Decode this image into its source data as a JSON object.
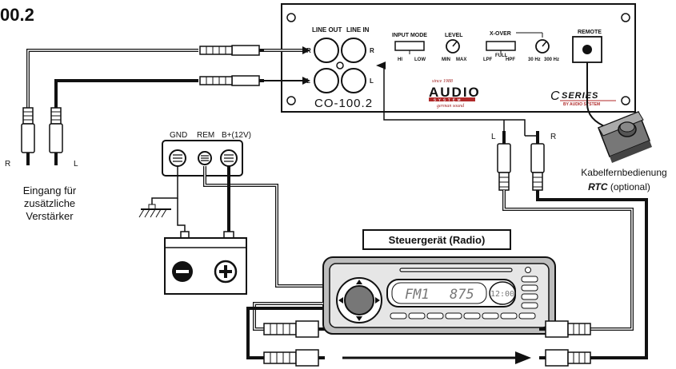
{
  "model_title": "00.2",
  "amp": {
    "line_out": "LINE OUT",
    "line_in": "LINE IN",
    "r": "R",
    "l": "L",
    "input_mode": "INPUT MODE",
    "hi": "HI",
    "low": "LOW",
    "level": "LEVEL",
    "min": "MIN",
    "max": "MAX",
    "xover": "X-OVER",
    "lpf": "LPF",
    "full": "FULL",
    "hpf": "HPF",
    "hz30": "30 Hz",
    "hz300": "300 Hz",
    "remote": "REMOTE",
    "model": "CO-100.2",
    "since": "since 1988",
    "brand": "AUDIO",
    "brand_sub": "SYSTEM",
    "slogan": "german sound",
    "series": "SERIES",
    "series_c": "C",
    "series_sub": "BY AUDIO SYSTEM"
  },
  "terminals": {
    "gnd": "GND",
    "rem": "REM",
    "bplus": "B+(12V)"
  },
  "left_plugs": {
    "r": "R",
    "l": "L"
  },
  "input_caption": [
    "Eingang für",
    "zusätzliche",
    "Verstärker"
  ],
  "right_plugs": {
    "l": "L",
    "r": "R"
  },
  "rtc": {
    "line1": "Kabelfernbedienung",
    "line2": "RTC",
    "line2_suffix": " (optional)"
  },
  "radio": {
    "label": "Steuergerät (Radio)",
    "display_band": "FM1",
    "display_freq": "875",
    "clock": "12:00"
  },
  "battery": {
    "minus": "−",
    "plus": "+"
  }
}
